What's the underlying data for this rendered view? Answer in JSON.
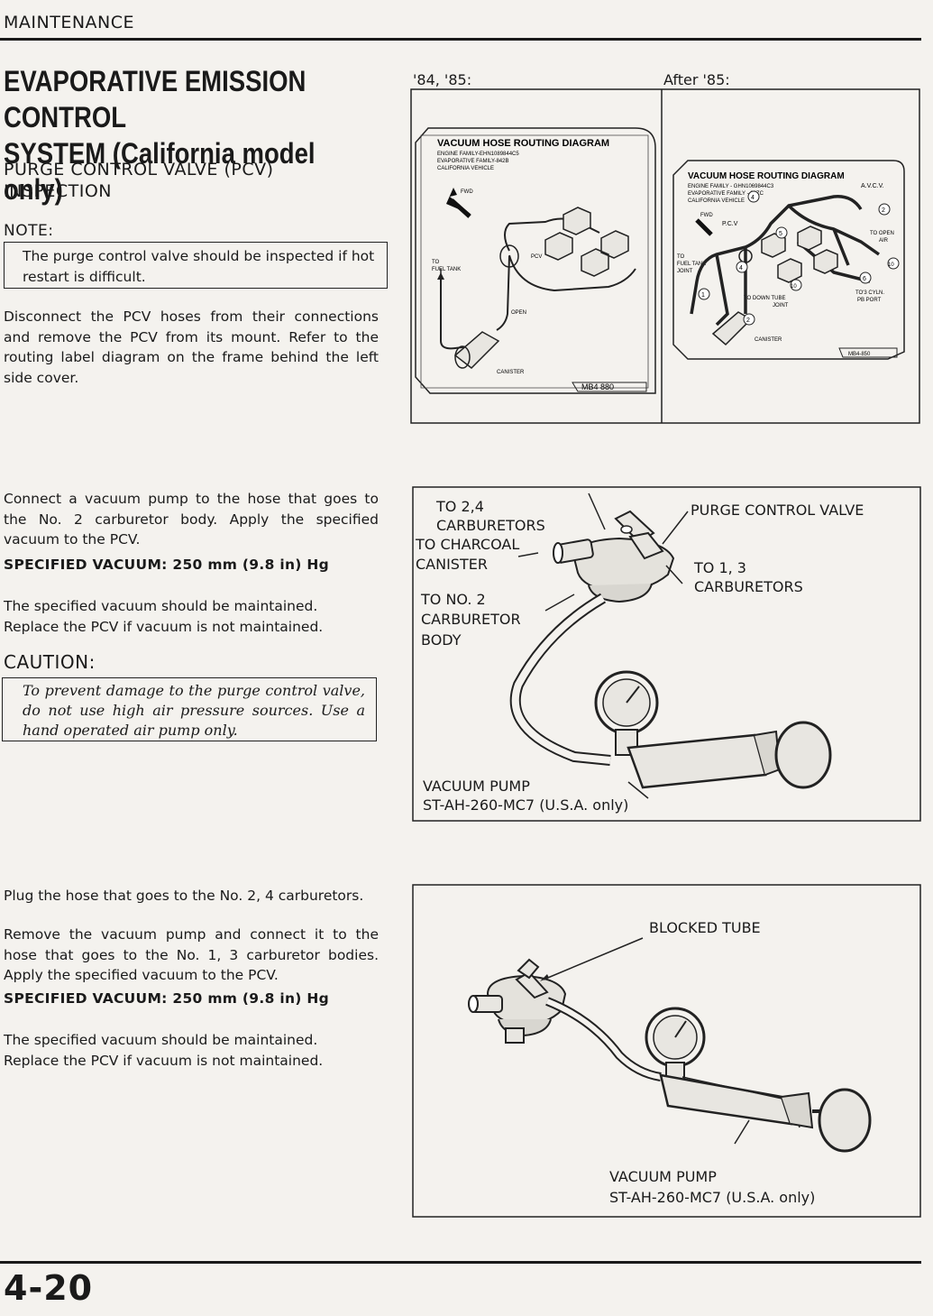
{
  "section_header": "MAINTENANCE",
  "title": "EVAPORATIVE EMISSION CONTROL\nSYSTEM (California model only)",
  "subtitle": "PURGE CONTROL VALVE (PCV) INSPECTION",
  "note": {
    "label": "NOTE:",
    "text": "The purge control valve should be inspected if hot restart is difficult."
  },
  "paragraphs": {
    "disconnect": "Disconnect the PCV hoses from their connections and remove the PCV from its mount. Refer to the routing label diagram on the frame behind the left side cover.",
    "connect": "Connect a vacuum pump to the hose that goes to the No. 2 carburetor body. Apply the specified vacuum to the PCV.",
    "maintain_1": "The specified vacuum should be maintained.\nReplace the PCV if vacuum is not maintained.",
    "plug": "Plug the hose that goes to the No. 2, 4 carburetors.",
    "remove": "Remove the vacuum pump and connect it to the hose that goes to the No. 1, 3 carburetor bodies. Apply the specified vacuum to the PCV.",
    "maintain_2": "The specified vacuum should be maintained.\nReplace the PCV if vacuum is not maintained."
  },
  "spec_1": "SPECIFIED VACUUM: 250 mm (9.8 in) Hg",
  "spec_2": "SPECIFIED VACUUM: 250 mm (9.8 in) Hg",
  "caution": {
    "label": "CAUTION:",
    "text": "To prevent damage to the purge control valve, do not use high air pressure sources. Use a hand operated air pump only."
  },
  "figure_1": {
    "label_left": "'84, '85:",
    "label_right": "After '85:",
    "left_diagram": {
      "title": "VACUUM HOSE ROUTING DIAGRAM",
      "line1": "ENGINE FAMILY-EHN1089844C5",
      "line2": "EVAPORATIVE FAMILY-842B",
      "line3": "CALIFORNIA VEHICLE",
      "fwd": "FWD",
      "to_fuel_tank_1": "TO",
      "to_fuel_tank_2": "FUEL TANK",
      "pcv": "PCV",
      "open": "OPEN",
      "canister": "CANISTER",
      "code": "MB4 880"
    },
    "right_diagram": {
      "title": "VACUUM HOSE ROUTING DIAGRAM",
      "line1": "ENGINE FAMILY - GHN1069844C3",
      "line2": "EVAPORATIVE FAMILY - 86ZC",
      "line3": "CALIFORNIA VEHICLE",
      "avcv": "A.V.C.V.",
      "fwd": "FWD",
      "pcv": "P.C.V",
      "to_open_air_1": "TO OPEN",
      "to_open_air_2": "AIR",
      "to_fuel_tank_1": "TO",
      "to_fuel_tank_2": "FUEL TANK",
      "to_fuel_tank_3": "JOINT",
      "to_cyln_1": "TO'3 CYLN.",
      "to_cyln_2": "PB PORT",
      "to_down_tube_1": "TO DOWN TUBE",
      "to_down_tube_2": "JOINT",
      "canister": "CANISTER",
      "code": "MB4-850",
      "n1": "1",
      "n2": "2",
      "n4": "4",
      "n5": "5",
      "n6": "6",
      "n10": "10"
    }
  },
  "figure_2": {
    "to_24_1": "TO 2,4",
    "to_24_2": "CARBURETORS",
    "to_charcoal_1": "TO CHARCOAL",
    "to_charcoal_2": "CANISTER",
    "pcv_label": "PURGE CONTROL VALVE",
    "to_13_1": "TO 1, 3",
    "to_13_2": "CARBURETORS",
    "to_no2_1": "TO NO. 2",
    "to_no2_2": "CARBURETOR",
    "to_no2_3": "BODY",
    "pump_1": "VACUUM PUMP",
    "pump_2": "ST-AH-260-MC7 (U.S.A. only)"
  },
  "figure_3": {
    "blocked_tube": "BLOCKED TUBE",
    "pump_1": "VACUUM PUMP",
    "pump_2": "ST-AH-260-MC7 (U.S.A. only)"
  },
  "page_number": "4-20"
}
